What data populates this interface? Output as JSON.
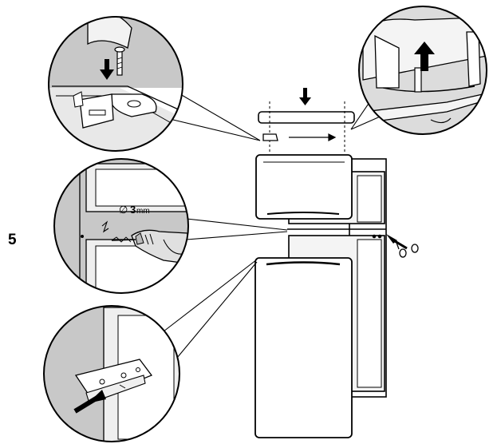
{
  "step_number": "5",
  "drill": {
    "diameter_symbol": "∅",
    "diameter_value": "3",
    "diameter_unit": "mm"
  },
  "colors": {
    "line": "#000000",
    "shade": "#c8c8c8",
    "light": "#ececec",
    "background": "#ffffff"
  }
}
